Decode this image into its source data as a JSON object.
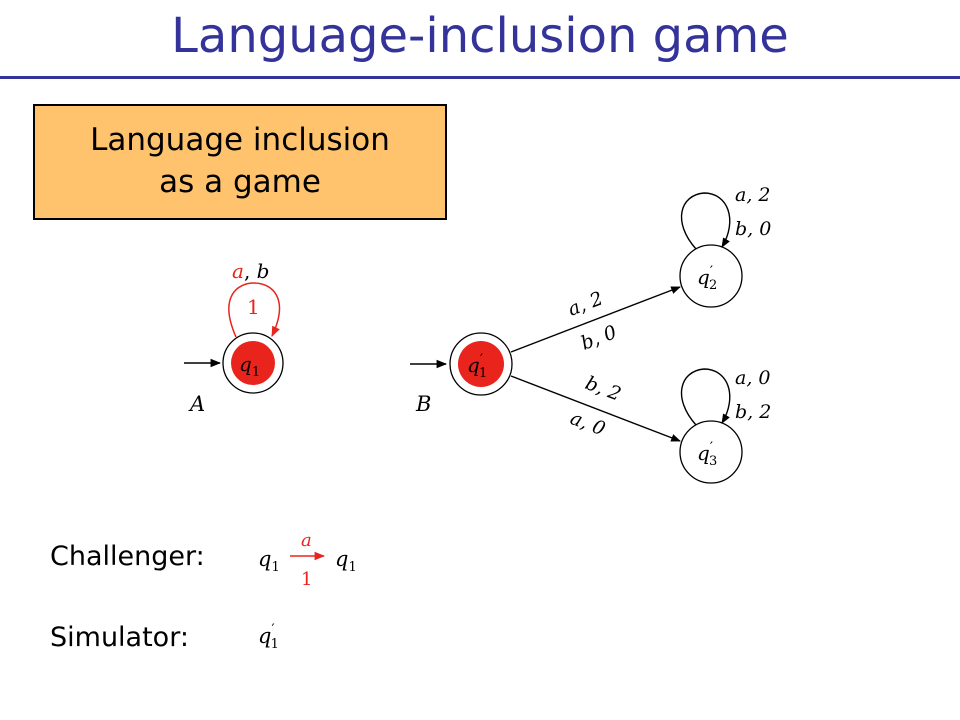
{
  "slide": {
    "title": "Language-inclusion game",
    "callout": {
      "line1": "Language inclusion",
      "line2": "as a game"
    },
    "challenger_label": "Challenger:",
    "simulator_label": "Simulator:"
  },
  "colors": {
    "title": "#333399",
    "callout_fill": "#ffc36e",
    "highlight": "#e8241c",
    "ink": "#000000"
  },
  "automaton_A": {
    "name": "A",
    "state": {
      "base": "q",
      "sub": "1"
    },
    "self_loop": {
      "label_a": "a",
      "label_sep": ", ",
      "label_b": "b",
      "weight": "1"
    }
  },
  "automaton_B": {
    "name": "B",
    "states": [
      {
        "id": "q1p",
        "base": "q",
        "prime": "′",
        "sub": "1"
      },
      {
        "id": "q2p",
        "base": "q",
        "prime": "′",
        "sub": "2"
      },
      {
        "id": "q3p",
        "base": "q",
        "prime": "′",
        "sub": "3"
      }
    ],
    "edge_q1_q2": [
      "a, 2",
      "b, 0"
    ],
    "edge_q1_q3": [
      "b, 2",
      "a, 0"
    ],
    "loop_q2": [
      "a, 2",
      "b, 0"
    ],
    "loop_q3": [
      "a, 0",
      "b, 2"
    ]
  },
  "challenger_move": {
    "from": {
      "base": "q",
      "sub": "1"
    },
    "letter": "a",
    "weight": "1",
    "to": {
      "base": "q",
      "sub": "1"
    }
  },
  "simulator_move": {
    "base": "q",
    "prime": "′",
    "sub": "1"
  }
}
